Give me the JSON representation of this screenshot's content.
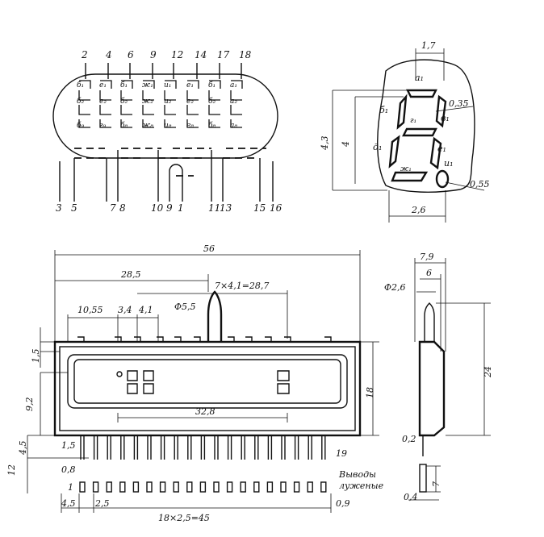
{
  "top_pins": [
    "2",
    "4",
    "6",
    "9",
    "12",
    "14",
    "17",
    "18"
  ],
  "bottom_pins": [
    "3",
    "5",
    "7",
    "8",
    "10",
    "9",
    "1",
    "11",
    "13",
    "15",
    "16"
  ],
  "pin_group_labels_top": [
    "б₁",
    "e₁",
    "б₁",
    "ж₁",
    "u₁",
    "e₁",
    "б₁",
    "a₁"
  ],
  "pin_group_labels_mid": [
    "б₂",
    "e₂",
    "б₂",
    "ж₂",
    "u₂",
    "e₂",
    "б₂",
    "a₂"
  ],
  "pin_group_labels_bot": [
    "б₉",
    "г₉",
    "б₈",
    "ж₈",
    "u₈",
    "e₈",
    "б₈",
    "a₈"
  ],
  "segment_detail": {
    "labels": [
      "a₁",
      "б₁",
      "в₁",
      "г₁",
      "д₁",
      "e₁",
      "ж₁",
      "u₁"
    ],
    "dims": {
      "top_width": "1,7",
      "stroke": "0,35",
      "height_outer": "4,3",
      "height_inner": "4",
      "dot": "0,55",
      "bottom_width": "2,6"
    }
  },
  "front_view": {
    "dims": {
      "overall_width": "56",
      "left_span": "28,5",
      "pitch_group": "7×4,1=28,7",
      "tube_dia": "Φ5,5",
      "d1": "10,55",
      "d2": "3,4",
      "d3": "4,1",
      "h_top": "1,5",
      "h_mid": "9,2",
      "height": "18",
      "digit_span": "32,8",
      "h_low": "4,5",
      "lead_off": "1,5",
      "lead_w": "0,8",
      "lead_h": "12",
      "pin1": "1",
      "pin19": "19",
      "left_off": "4,5",
      "pitch": "2,5",
      "lead_total": "18×2,5=45",
      "right_off": "0,9"
    },
    "note_line1": "Выводы",
    "note_line2": "луженые"
  },
  "side_view": {
    "dims": {
      "width_outer": "7,9",
      "width_inner": "6",
      "tube_dia": "Φ2,6",
      "height": "24",
      "base": "0,2",
      "lead_len": "7",
      "lead_t": "0,4"
    }
  }
}
